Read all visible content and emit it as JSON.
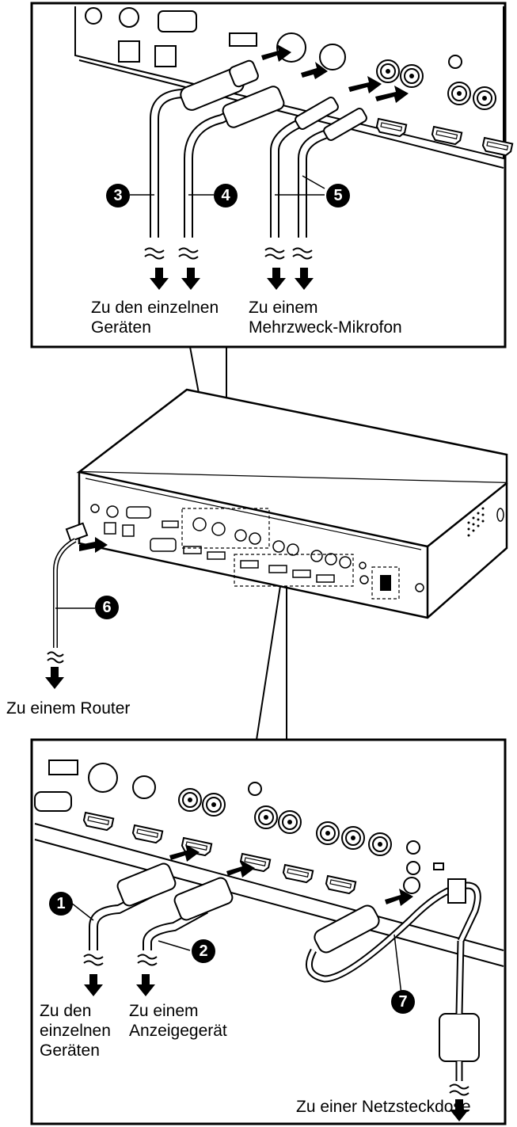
{
  "labels": {
    "to_devices_top": "Zu den einzelnen\nGeräten",
    "to_mic": "Zu einem\nMehrzweck-Mikrofon",
    "to_router": "Zu einem Router",
    "to_devices_bottom": "Zu den\neinzelnen\nGeräten",
    "to_display": "Zu einem\nAnzeigegerät",
    "to_power": "Zu einer Netzsteckdose"
  },
  "callouts": {
    "c1": "1",
    "c2": "2",
    "c3": "3",
    "c4": "4",
    "c5": "5",
    "c6": "6",
    "c7": "7"
  }
}
